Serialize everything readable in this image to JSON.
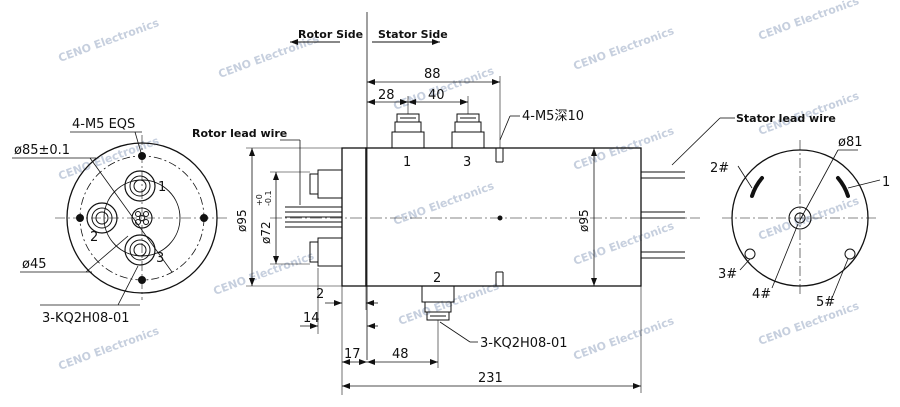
{
  "labels": {
    "rotor_side": "Rotor Side",
    "stator_side": "Stator Side",
    "rotor_lead_wire": "Rotor lead wire",
    "stator_lead_wire": "Stator lead wire",
    "watermark": "CENO Electronics"
  },
  "left_view": {
    "holes": "4-M5 EQS",
    "dia_85": "ø85±0.1",
    "dia_45": "ø45",
    "fittings": "3-KQ2H08-01",
    "port_1": "1",
    "port_2": "2",
    "port_3": "3"
  },
  "side_view": {
    "dim_88": "88",
    "dim_28": "28",
    "dim_40": "40",
    "holes_depth": "4-M5深10",
    "dim_95_body": "ø95",
    "dim_95_flange": "ø95",
    "dim_72": "ø72",
    "tol_upper": "+0",
    "tol_lower": "-0.1",
    "dim_2": "2",
    "dim_14": "14",
    "dim_17": "17",
    "dim_48": "48",
    "dim_231": "231",
    "fittings": "3-KQ2H08-01",
    "port_1": "1",
    "port_2": "2",
    "port_3": "3"
  },
  "right_view": {
    "dia_81": "ø81",
    "mark_1": "1",
    "mark_2": "2#",
    "mark_3": "3#",
    "mark_4": "4#",
    "mark_5": "5#"
  }
}
